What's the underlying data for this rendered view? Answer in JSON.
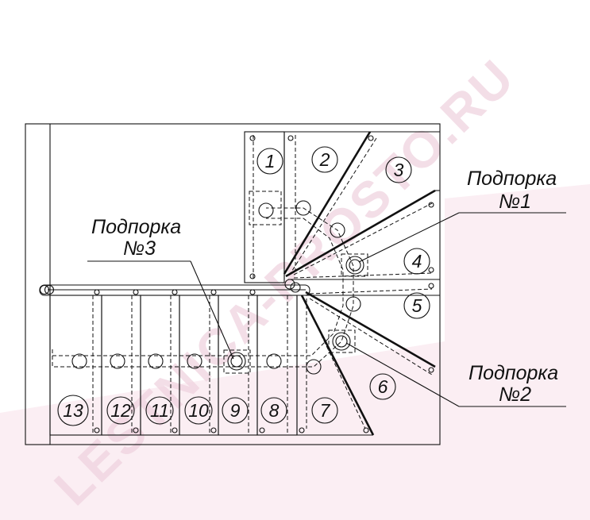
{
  "watermark": "LESTNICA-PROSTO.RU",
  "supports": [
    {
      "label_line1": "Подпорка",
      "label_line2": "№1"
    },
    {
      "label_line1": "Подпорка",
      "label_line2": "№2"
    },
    {
      "label_line1": "Подпорка",
      "label_line2": "№3"
    }
  ],
  "steps": [
    "1",
    "2",
    "3",
    "4",
    "5",
    "6",
    "7",
    "8",
    "9",
    "10",
    "11",
    "12",
    "13"
  ],
  "colors": {
    "line": "#111111",
    "watermark": "#efd3df",
    "background_tint": "#fbeef3"
  }
}
